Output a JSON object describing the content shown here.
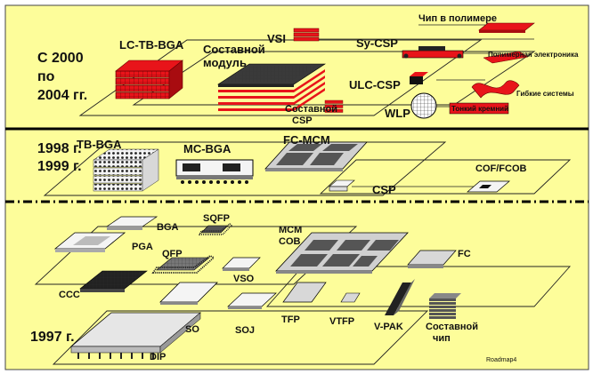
{
  "colors": {
    "background": "#fdfd9a",
    "chip_red": "#e8141a",
    "chip_light": "#f2f2f2",
    "chip_gray": "#c8c8c8",
    "dark": "#1a1a1a"
  },
  "eras": {
    "era_2000_line1": "С 2000",
    "era_2000_line2": "по",
    "era_2000_line3": "2004 гг.",
    "era_1998_line1": "1998 г.",
    "era_1998_line2": "1999 г.",
    "era_1997": "1997 г."
  },
  "labels_2000": {
    "lc_tb_bga": "LC-TB-BGA",
    "composite_module_line1": "Составной",
    "composite_module_line2": "модуль",
    "vsi": "VSI",
    "chip_in_polymer": "Чип в полимере",
    "sy_csp": "Sy-CSP",
    "polymer_electronics": "Полимерная электроника",
    "ulc_csp": "ULC-CSP",
    "flexible_systems": "Гибкие системы",
    "composite_csp_line1": "Составной",
    "composite_csp_line2": "CSP",
    "wlp": "WLP",
    "thin_film_crystal": "Тонкий кремний"
  },
  "labels_1998": {
    "tb_bga": "TB-BGA",
    "mc_bga": "MC-BGA",
    "fc_mcm": "FC-MCM",
    "cof_fcob": "COF/FCOB",
    "csp": "CSP"
  },
  "labels_1997": {
    "bga": "BGA",
    "sqfp": "SQFP",
    "pga": "PGA",
    "qfp": "QFP",
    "mcm": "MCM",
    "cob": "COB",
    "fc": "FC",
    "ccc": "CCC",
    "vso": "VSO",
    "so": "SO",
    "soj": "SOJ",
    "tfp": "TFP",
    "vtfp": "VTFP",
    "v_pak": "V-PAK",
    "composite_chip_line1": "Составной",
    "composite_chip_line2": "чип",
    "dip": "DIP"
  },
  "footer": {
    "roadmap": "Roadmap4"
  }
}
